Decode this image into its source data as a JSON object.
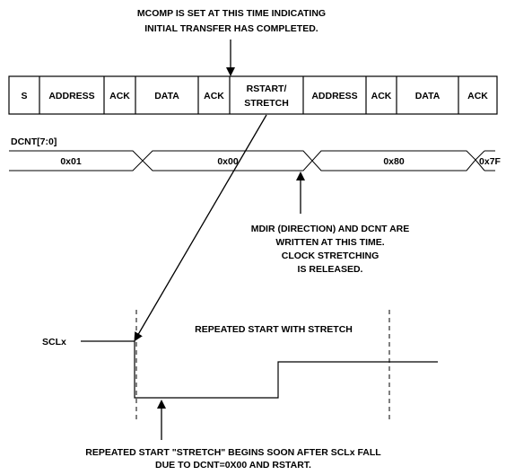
{
  "top_annotation": {
    "line1": "MCOMP IS SET AT THIS TIME INDICATING",
    "line2": "INITIAL TRANSFER HAS COMPLETED."
  },
  "frame_cells": [
    {
      "label": "S"
    },
    {
      "label": "ADDRESS"
    },
    {
      "label": "ACK"
    },
    {
      "label": "DATA"
    },
    {
      "label": "ACK"
    },
    {
      "label": "RSTART/",
      "label2": "STRETCH"
    },
    {
      "label": "ADDRESS"
    },
    {
      "label": "ACK"
    },
    {
      "label": "DATA"
    },
    {
      "label": "ACK"
    }
  ],
  "dcnt": {
    "label": "DCNT[7:0]",
    "values": [
      "0x01",
      "0x00",
      "0x80",
      "0x7F"
    ]
  },
  "middle_annotation": {
    "line1": "MDIR (DIRECTION) AND DCNT ARE",
    "line2": "WRITTEN AT THIS TIME.",
    "line3": "CLOCK STRETCHING",
    "line4": "IS RELEASED."
  },
  "scl": {
    "label": "SCLx",
    "title": "REPEATED START WITH STRETCH"
  },
  "bottom_annotation": {
    "line1": "REPEATED START \"STRETCH\" BEGINS SOON AFTER SCLx FALL",
    "line2": "DUE TO DCNT=0X00 AND RSTART."
  }
}
